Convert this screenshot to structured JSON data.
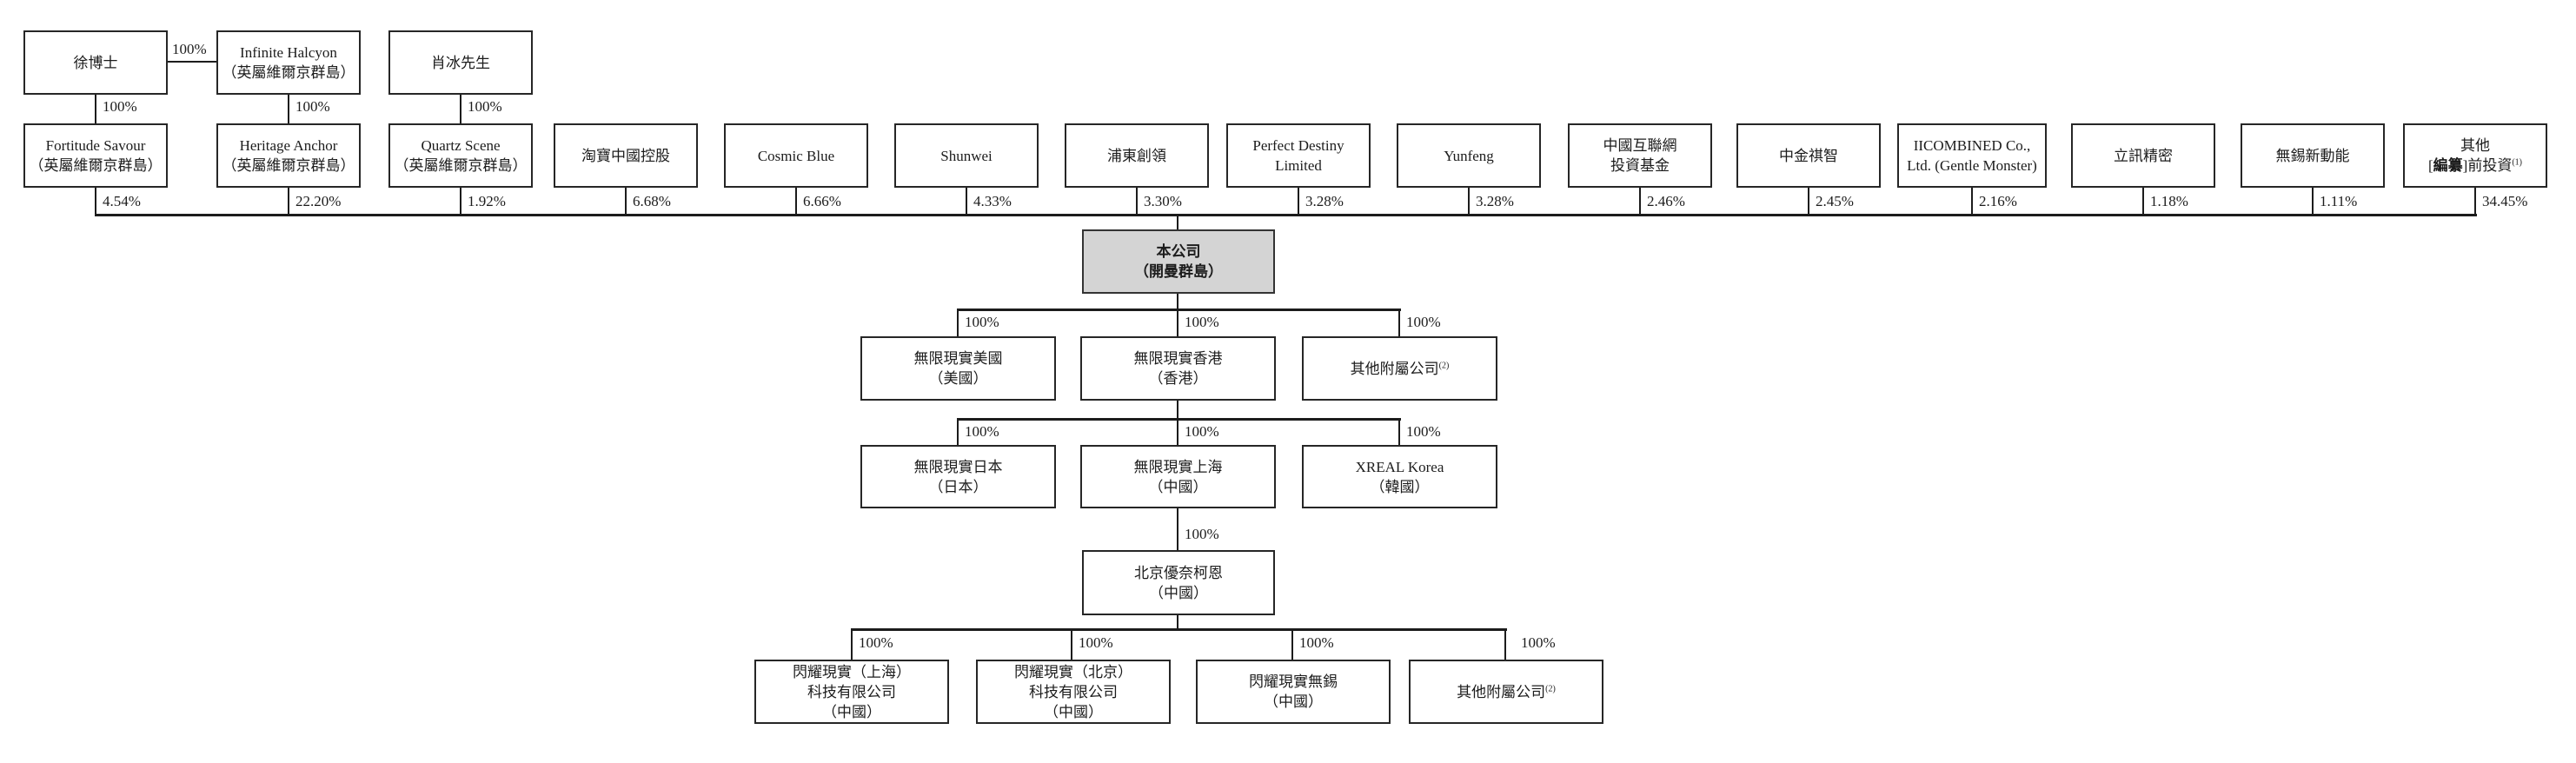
{
  "colors": {
    "line": "#1c1c1c",
    "box_border": "#262626",
    "company_fill": "#d4d4d4",
    "background": "#ffffff"
  },
  "diagram": {
    "row1": [
      {
        "l1": "徐博士"
      },
      {
        "l1": "Infinite Halcyon",
        "l2": "（英屬維爾京群島）"
      },
      {
        "l1": "肖冰先生"
      }
    ],
    "row1_link_pct": "100%",
    "row1_down_pcts": [
      "100%",
      "100%",
      "100%"
    ],
    "shareholders": [
      {
        "l1": "Fortitude Savour",
        "l2": "（英屬維爾京群島）",
        "pct": "4.54%"
      },
      {
        "l1": "Heritage Anchor",
        "l2": "（英屬維爾京群島）",
        "pct": "22.20%"
      },
      {
        "l1": "Quartz Scene",
        "l2": "（英屬維爾京群島）",
        "pct": "1.92%"
      },
      {
        "l1": "淘寶中國控股",
        "pct": "6.68%"
      },
      {
        "l1": "Cosmic Blue",
        "pct": "6.66%"
      },
      {
        "l1": "Shunwei",
        "pct": "4.33%"
      },
      {
        "l1": "浦東創領",
        "pct": "3.30%"
      },
      {
        "l1": "Perfect Destiny",
        "l2": "Limited",
        "pct": "3.28%"
      },
      {
        "l1": "Yunfeng",
        "pct": "3.28%"
      },
      {
        "l1": "中國互聯網",
        "l2": "投資基金",
        "pct": "2.46%"
      },
      {
        "l1": "中金祺智",
        "pct": "2.45%"
      },
      {
        "l1": "IICOMBINED Co.,",
        "l2": "Ltd. (Gentle Monster)",
        "pct": "2.16%"
      },
      {
        "l1": "立訊精密",
        "pct": "1.18%"
      },
      {
        "l1": "無錫新動能",
        "pct": "1.11%"
      },
      {
        "l1": "其他",
        "l2a": "[",
        "l2b": "編纂",
        "l2c": "]前投資",
        "sup": "(1)",
        "pct": "34.45%"
      }
    ],
    "company": {
      "l1": "本公司",
      "l2": "（開曼群島）"
    },
    "lv2": [
      {
        "l1": "無限現實美國",
        "l2": "（美國）",
        "pct": "100%"
      },
      {
        "l1": "無限現實香港",
        "l2": "（香港）",
        "pct": "100%"
      },
      {
        "l1": "其他附屬公司",
        "sup": "(2)",
        "pct": "100%"
      }
    ],
    "lv3": [
      {
        "l1": "無限現實日本",
        "l2": "（日本）",
        "pct": "100%"
      },
      {
        "l1": "無限現實上海",
        "l2": "（中國）",
        "pct": "100%"
      },
      {
        "l1": "XREAL Korea",
        "l2": "（韓國）",
        "pct": "100%"
      }
    ],
    "beijing": {
      "l1": "北京優奈柯恩",
      "l2": "（中國）",
      "pct": "100%"
    },
    "lv5": [
      {
        "l1": "閃耀現實（上海）",
        "l2": "科技有限公司",
        "l3": "（中國）",
        "pct": "100%"
      },
      {
        "l1": "閃耀現實（北京）",
        "l2": "科技有限公司",
        "l3": "（中國）",
        "pct": "100%"
      },
      {
        "l1": "閃耀現實無錫",
        "l2": "（中國）",
        "pct": "100%"
      },
      {
        "l1": "其他附屬公司",
        "sup": "(2)",
        "pct": "100%"
      }
    ]
  }
}
